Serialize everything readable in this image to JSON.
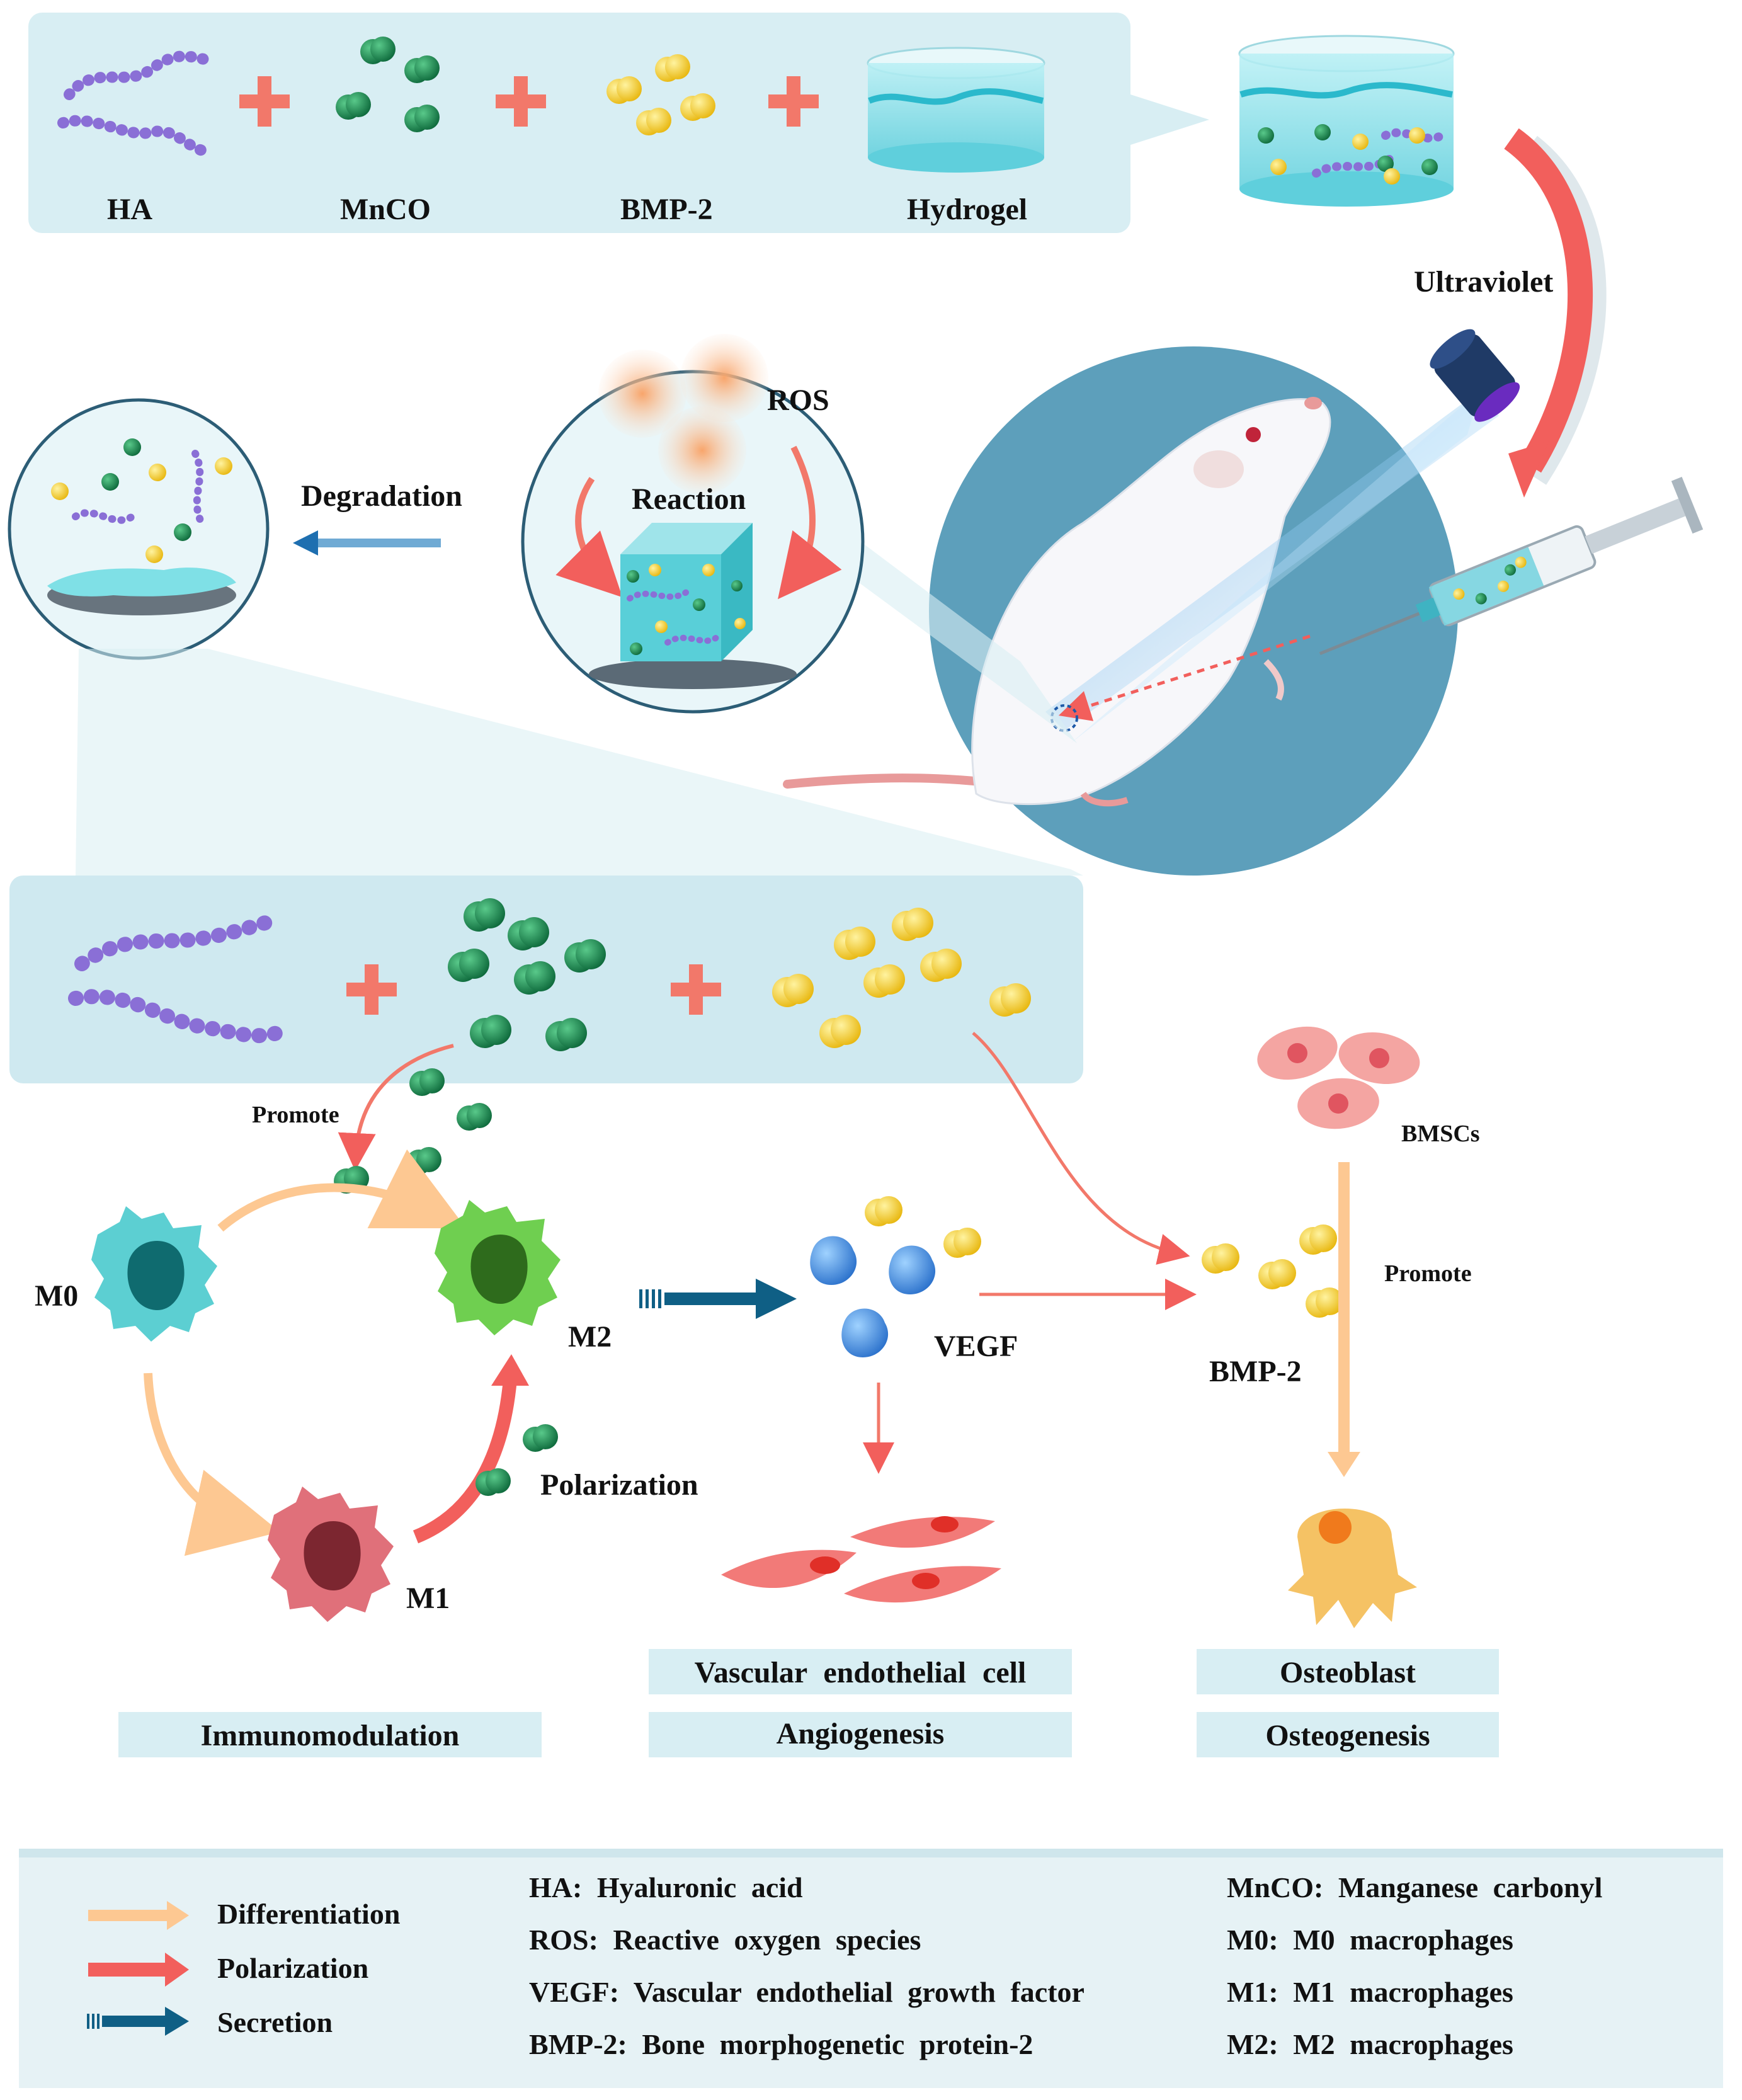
{
  "top_panel": {
    "ha": "HA",
    "mnco": "MnCO",
    "bmp2": "BMP-2",
    "hydrogel": "Hydrogel"
  },
  "ultraviolet": "Ultraviolet",
  "reaction_circle": {
    "ros": "ROS",
    "reaction": "Reaction"
  },
  "degradation": "Degradation",
  "pathway": {
    "promote_left": "Promote",
    "promote_right": "Promote",
    "bmscs": "BMSCs",
    "m0": "M0",
    "m1": "M1",
    "m2": "M2",
    "polarization": "Polarization",
    "vegf": "VEGF",
    "bmp2": "BMP-2"
  },
  "outcomes": {
    "immunomodulation": "Immunomodulation",
    "vascular_cell": "Vascular endothelial cell",
    "angiogenesis": "Angiogenesis",
    "osteoblast": "Osteoblast",
    "osteogenesis": "Osteogenesis"
  },
  "legend": {
    "arrows": [
      {
        "label": "Differentiation",
        "color": "#fdc892"
      },
      {
        "label": "Polarization",
        "color": "#f25f5c"
      },
      {
        "label": "Secretion",
        "color": "#0f5f85"
      }
    ],
    "abbreviations_left": [
      "HA: Hyaluronic acid",
      "ROS: Reactive oxygen species",
      "VEGF: Vascular endothelial growth factor",
      "BMP-2: Bone morphogenetic protein-2"
    ],
    "abbreviations_right": [
      "MnCO: Manganese carbonyl",
      "M0: M0 macrophages",
      "M1: M1 macrophages",
      "M2: M2 macrophages"
    ]
  },
  "colors": {
    "panel_bg": "#d8eef3",
    "ha_purple": "#8a6fd6",
    "mnco_green": "#1e8a52",
    "bmp_yellow": "#f5d23a",
    "vegf_blue": "#3f8fe0",
    "rat_circle": "#5d9fbb",
    "arrow_red": "#f25f5c",
    "arrow_peach": "#fdc892",
    "arrow_teal": "#0f5f85"
  }
}
